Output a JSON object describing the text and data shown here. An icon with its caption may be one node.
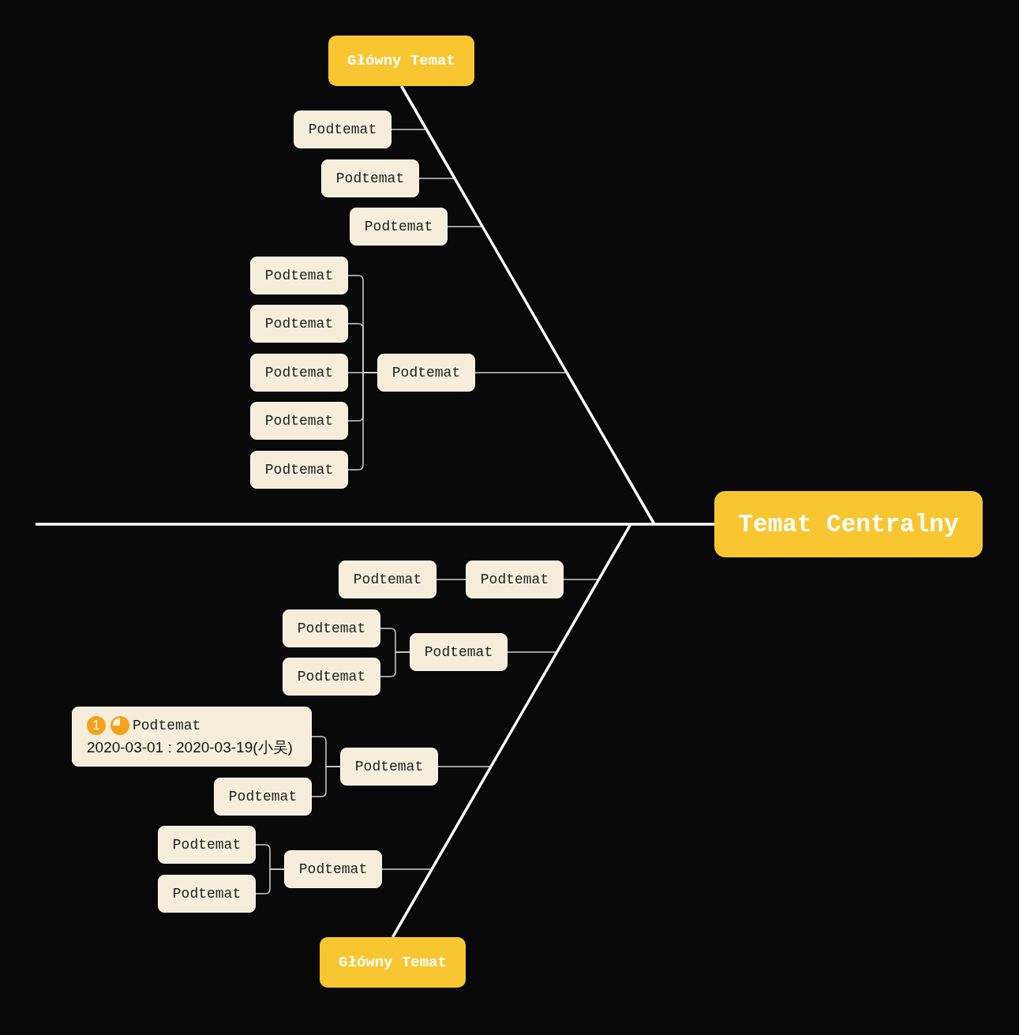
{
  "diagram": {
    "nodes": [
      {
        "text": [
          "Główny Temat"
        ]
      },
      {
        "text": [
          "Podtemat"
        ]
      },
      {
        "text": [
          "Podtemat"
        ]
      },
      {
        "text": [
          "Podtemat"
        ]
      },
      {
        "text": [
          "Podtemat"
        ]
      },
      {
        "text": [
          "Podtemat"
        ]
      },
      {
        "text": [
          "Podtemat"
        ]
      },
      {
        "text": [
          "Podtemat"
        ]
      },
      {
        "text": [
          "Podtemat"
        ]
      },
      {
        "text": [
          "Podtemat"
        ]
      },
      {
        "text": [
          "Temat Centralny"
        ]
      },
      {
        "text": [
          "Podtemat"
        ]
      },
      {
        "text": [
          "Podtemat"
        ]
      },
      {
        "text": [
          "Podtemat"
        ]
      },
      {
        "text": [
          "Podtemat"
        ]
      },
      {
        "text": [
          "Podtemat"
        ]
      },
      {
        "text": [
          "1",
          "Podtemat",
          "2020-03-01 : 2020-03-19(小吴)"
        ]
      },
      {
        "text": [
          "Podtemat"
        ]
      },
      {
        "text": [
          "Podtemat"
        ]
      },
      {
        "text": [
          "Podtemat"
        ]
      },
      {
        "text": [
          "Podtemat"
        ]
      },
      {
        "text": [
          "Podtemat"
        ]
      },
      {
        "text": [
          "Główny Temat"
        ]
      }
    ],
    "edges": [
      {
        "from": null,
        "to": 10,
        "arrow": "none",
        "style": "thick",
        "color": "#ffffff"
      },
      {
        "from": 10,
        "to": 0,
        "arrow": "none",
        "style": "thick",
        "color": "#ffffff"
      },
      {
        "from": 0,
        "to": 1,
        "arrow": "none",
        "style": "thick"
      },
      {
        "from": 0,
        "to": 2,
        "arrow": "none",
        "style": "thick"
      },
      {
        "from": 0,
        "to": 3,
        "arrow": "none",
        "style": "thick"
      },
      {
        "from": 0,
        "to": 7,
        "arrow": "none",
        "style": "thick"
      },
      {
        "from": 7,
        "to": 4,
        "arrow": "none"
      },
      {
        "from": 7,
        "to": 5,
        "arrow": "none"
      },
      {
        "from": 7,
        "to": 6,
        "arrow": "none"
      },
      {
        "from": 7,
        "to": 8,
        "arrow": "none"
      },
      {
        "from": 7,
        "to": 9,
        "arrow": "none"
      },
      {
        "from": 10,
        "to": 22,
        "arrow": "none",
        "style": "thick",
        "color": "#ffffff"
      },
      {
        "from": 22,
        "to": 12,
        "arrow": "none",
        "style": "thick"
      },
      {
        "from": 12,
        "to": 11,
        "arrow": "none"
      },
      {
        "from": 22,
        "to": 14,
        "arrow": "none",
        "style": "thick"
      },
      {
        "from": 14,
        "to": 13,
        "arrow": "none"
      },
      {
        "from": 14,
        "to": 15,
        "arrow": "none"
      },
      {
        "from": 22,
        "to": 17,
        "arrow": "none",
        "style": "thick"
      },
      {
        "from": 17,
        "to": 16,
        "arrow": "none"
      },
      {
        "from": 17,
        "to": 18,
        "arrow": "none"
      },
      {
        "from": 22,
        "to": 20,
        "arrow": "none",
        "style": "thick"
      },
      {
        "from": 20,
        "to": 19,
        "arrow": "none"
      },
      {
        "from": 20,
        "to": 21,
        "arrow": "none"
      }
    ]
  }
}
